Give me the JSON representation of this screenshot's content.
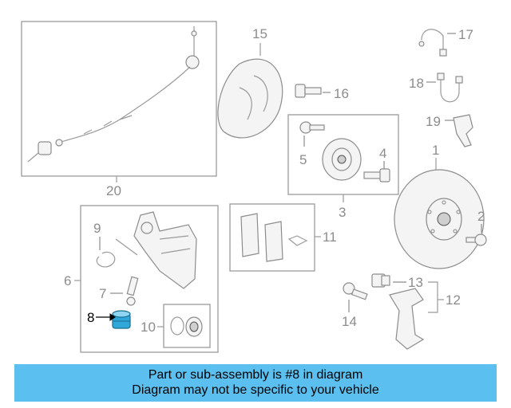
{
  "colors": {
    "banner_bg": "#5bc0f0",
    "line": "#9a9a9a",
    "callout_text": "#8c8c8c",
    "highlight_part": "#2fa8d9",
    "active_callout": "#000000"
  },
  "callouts": {
    "c1": "1",
    "c2": "2",
    "c3": "3",
    "c4": "4",
    "c5": "5",
    "c6": "6",
    "c7": "7",
    "c8": "8",
    "c9": "9",
    "c10": "10",
    "c11": "11",
    "c12": "12",
    "c13": "13",
    "c14": "14",
    "c15": "15",
    "c16": "16",
    "c17": "17",
    "c18": "18",
    "c19": "19",
    "c20": "20"
  },
  "highlighted_part": "8",
  "banner": {
    "line1": "Part or sub-assembly is #8 in diagram",
    "line2": "Diagram may not be specific to your vehicle"
  }
}
